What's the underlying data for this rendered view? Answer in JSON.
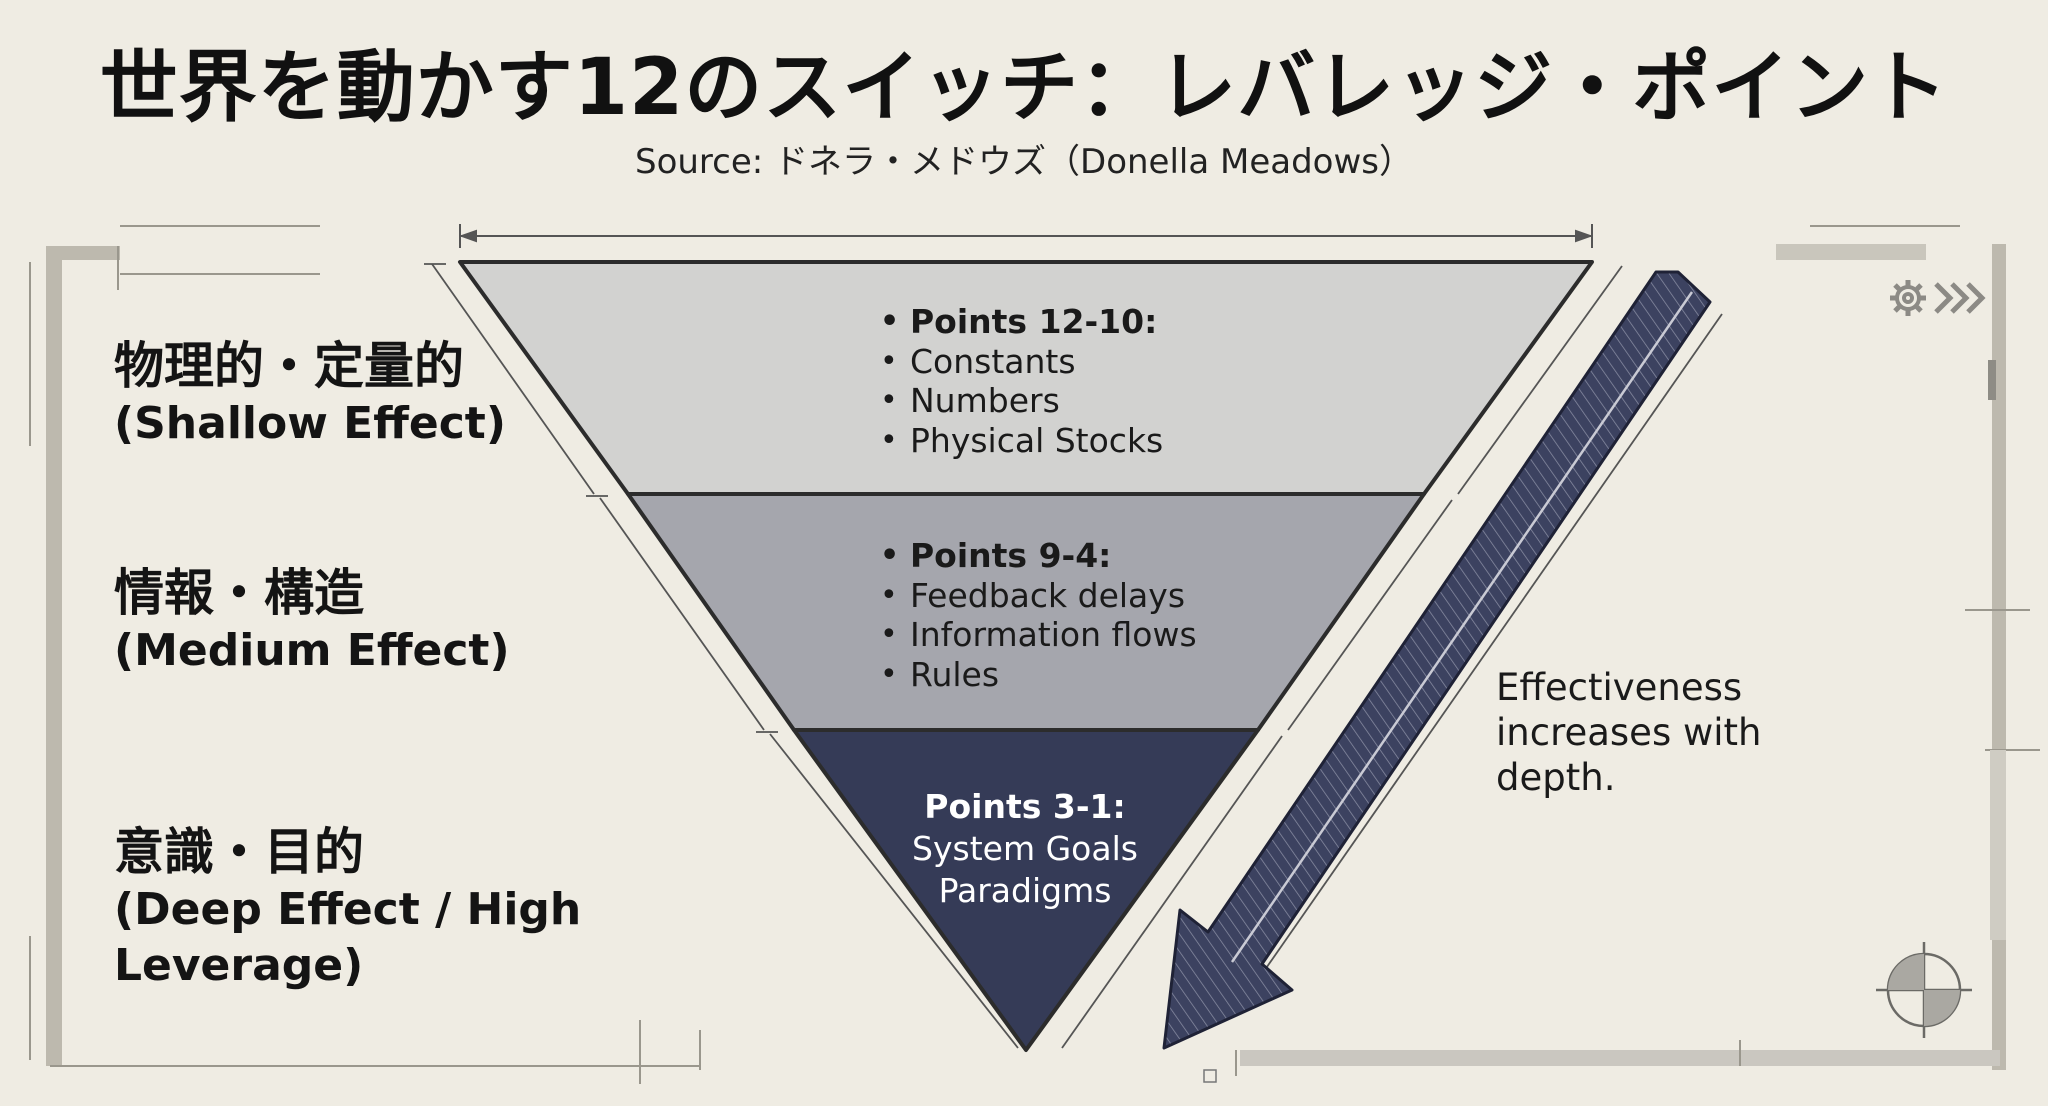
{
  "title": "世界を動かす12のスイッチ：レバレッジ・ポイント",
  "source": "Source: ドネラ・メドウズ（Donella Meadows）",
  "levels": [
    {
      "jp": "物理的・定量的",
      "en": "(Shallow Effect)"
    },
    {
      "jp": "情報・構造",
      "en": "(Medium Effect)"
    },
    {
      "jp": "意識・目的",
      "en": "(Deep Effect / High Leverage)"
    }
  ],
  "pyramid": {
    "top": {
      "heading": "Points 12-10:",
      "items": [
        "Constants",
        "Numbers",
        "Physical Stocks"
      ]
    },
    "middle": {
      "heading": "Points 9-4:",
      "items": [
        "Feedback delays",
        "Information flows",
        "Rules"
      ]
    },
    "bottom": {
      "heading": "Points 3-1:",
      "items": [
        "System Goals",
        "Paradigms"
      ]
    }
  },
  "arrow_note": "Effectiveness increases with depth.",
  "colors": {
    "background": "#efece3",
    "top_band": "#d2d2d0",
    "middle_band": "#a5a6ad",
    "bottom_band": "#353b57",
    "arrow": "#3a3f58",
    "line": "#4a4a4a"
  },
  "icons": [
    "gear-icon",
    "chevrons-icon",
    "crosshair-icon"
  ]
}
